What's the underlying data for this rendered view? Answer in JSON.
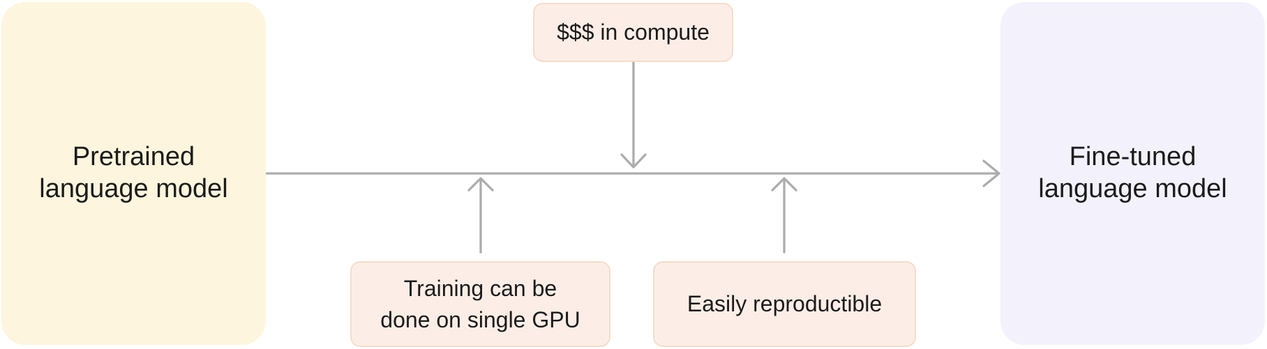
{
  "diagram": {
    "title": "Pretrained to fine-tuned language model flow",
    "nodes": {
      "pretrained": {
        "label": "Pretrained\nlanguage model"
      },
      "finetuned": {
        "label": "Fine-tuned\nlanguage model"
      },
      "compute": {
        "label": "$$$ in compute"
      },
      "training": {
        "label": "Training can be\ndone on single GPU"
      },
      "reproducible": {
        "label": "Easily reproductible"
      }
    },
    "edges": [
      {
        "from": "pretrained",
        "to": "finetuned",
        "direction": "right"
      },
      {
        "from": "compute",
        "to": "main-flow",
        "direction": "down"
      },
      {
        "from": "training",
        "to": "main-flow",
        "direction": "up"
      },
      {
        "from": "reproducible",
        "to": "main-flow",
        "direction": "up"
      }
    ],
    "colors": {
      "pretrained_bg": "#fdf5dd",
      "finetuned_bg": "#f3f1fb",
      "annotation_bg": "#fceee6",
      "annotation_border": "#f7dcca",
      "arrow": "#acacac",
      "text": "#1b1b1b"
    }
  }
}
